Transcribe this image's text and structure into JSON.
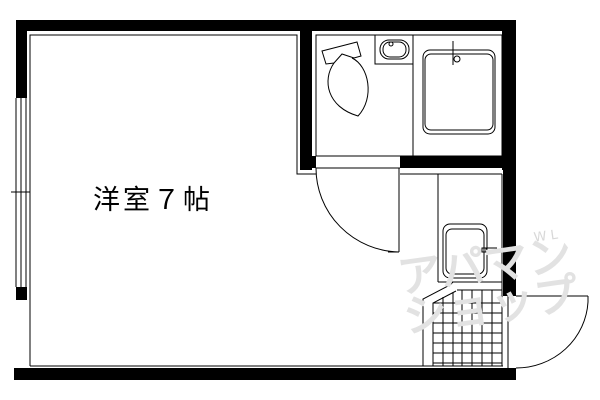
{
  "floor_plan": {
    "rooms": [
      {
        "id": "western-room",
        "label": "洋室７帖",
        "type": "洋室",
        "size_jo": 7
      }
    ],
    "fixtures": [
      "toilet",
      "wash-basin",
      "bathtub",
      "kitchen-sink",
      "entrance-tile-floor"
    ],
    "doors": [
      "room-door",
      "entrance-door"
    ],
    "windows": [
      "left-window"
    ],
    "watermark": {
      "text": "アパマンショップ",
      "mark": "W L"
    }
  }
}
